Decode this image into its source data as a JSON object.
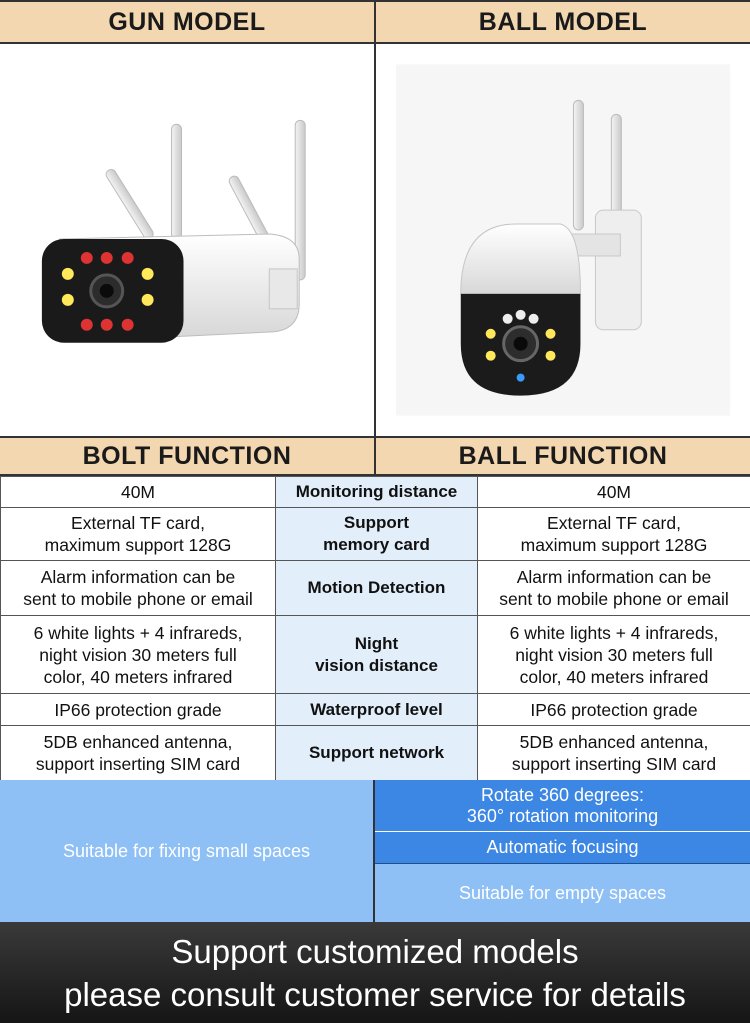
{
  "headers": {
    "gun_model": "GUN MODEL",
    "ball_model": "BALL MODEL"
  },
  "function_headers": {
    "bolt": "BOLT FUNCTION",
    "ball": "BALL FUNCTION"
  },
  "spec_rows": [
    {
      "left": "40M",
      "mid": "Monitoring distance",
      "right": "40M"
    },
    {
      "left": "External TF card,\nmaximum support 128G",
      "mid": "Support\nmemory card",
      "right": "External TF card,\nmaximum support 128G"
    },
    {
      "left": "Alarm information can be\nsent to mobile phone or email",
      "mid": "Motion Detection",
      "right": "Alarm information can be\nsent to mobile phone or email"
    },
    {
      "left": "6 white lights + 4 infrareds,\nnight vision 30 meters full\ncolor, 40 meters infrared",
      "mid": "Night\nvision distance",
      "right": "6 white lights + 4 infrareds,\nnight vision 30 meters full\ncolor, 40 meters infrared"
    },
    {
      "left": "IP66 protection grade",
      "mid": "Waterproof level",
      "right": "IP66 protection grade"
    },
    {
      "left": "5DB enhanced antenna,\nsupport inserting SIM card",
      "mid": "Support network",
      "right": "5DB enhanced antenna,\nsupport inserting SIM card"
    }
  ],
  "extras": {
    "gun": "Suitable for fixing small spaces",
    "ball_rotate": "Rotate 360 degrees:\n360° rotation monitoring",
    "ball_focus": "Automatic focusing",
    "ball_spaces": "Suitable for empty spaces"
  },
  "footer": {
    "line1": "Support customized models",
    "line2": "please consult customer service for details"
  },
  "colors": {
    "header_bg": "#f2d7b0",
    "light_blue": "#8ec0f6",
    "dark_blue": "#3c86e4",
    "mid_cell": "#e3eefb"
  }
}
